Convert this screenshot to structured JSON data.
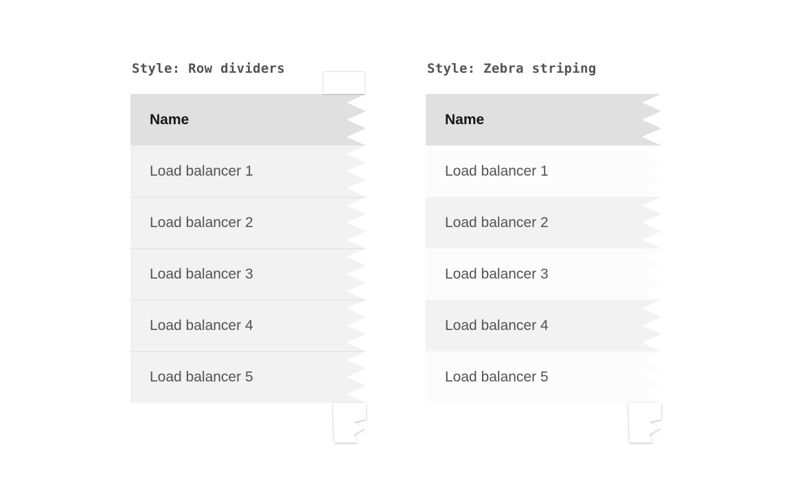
{
  "figures": [
    {
      "label": "Style: Row dividers",
      "style_variant": "row-dividers",
      "table": {
        "header": "Name",
        "rows": [
          "Load balancer 1",
          "Load balancer 2",
          "Load balancer 3",
          "Load balancer 4",
          "Load balancer 5"
        ]
      }
    },
    {
      "label": "Style: Zebra striping",
      "style_variant": "zebra-striping",
      "table": {
        "header": "Name",
        "rows": [
          "Load balancer 1",
          "Load balancer 2",
          "Load balancer 3",
          "Load balancer 4",
          "Load balancer 5"
        ]
      }
    }
  ],
  "colors": {
    "canvas_bg": "#ffffff",
    "header_bg": "#e0e0e0",
    "row_bg": "#f2f2f2",
    "row_alt_bg": "#fcfcfc",
    "divider": "#e0e0e0",
    "header_text": "#161616",
    "row_text": "#525252",
    "label_text": "#525252"
  }
}
